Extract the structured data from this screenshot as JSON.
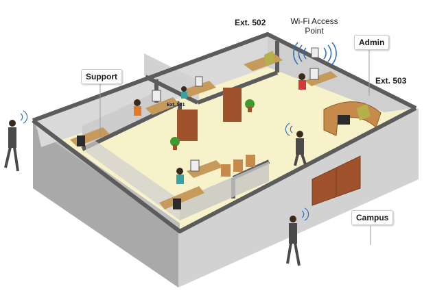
{
  "labels": {
    "support": "Support",
    "admin": "Admin",
    "campus": "Campus",
    "ext_501": "Ext. 501",
    "ext_502": "Ext. 502",
    "ext_503": "Ext. 503",
    "wifi_line1": "Wi-Fi Access",
    "wifi_line2": "Point"
  },
  "colors": {
    "floor": "#f7f2c9",
    "wall_outer": "#9e9e9e",
    "wall_inner": "#d6d6d6",
    "wall_top": "#5c5c5c",
    "door": "#a0522d",
    "person_suit": "#4a4a4a",
    "wifi_accent": "#2e6fb5"
  }
}
